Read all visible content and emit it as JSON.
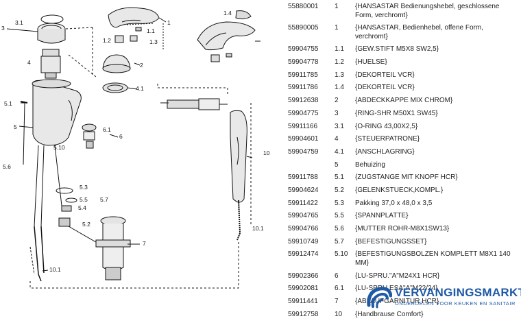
{
  "callouts": [
    "3.1",
    "3",
    "1.4",
    "1",
    "1.1",
    "1.2",
    "1.3",
    "4",
    "2",
    "4.1",
    "5.1",
    "5",
    "6.1",
    "6",
    "5.10",
    "10",
    "5.6",
    "5.3",
    "5.5",
    "5.7",
    "5.4",
    "5.2",
    "7",
    "10.1",
    "10.1"
  ],
  "parts": [
    {
      "art": "55880001",
      "pos": "1",
      "desc": "{HANSASTAR Bedienungshebel, geschlossene Form, verchromt}"
    },
    {
      "art": "55890005",
      "pos": "1",
      "desc": "{HANSASTAR, Bedienhebel, offene Form, verchromt}"
    },
    {
      "art": "59904755",
      "pos": "1.1",
      "desc": "{GEW.STIFT M5X8 SW2,5}"
    },
    {
      "art": "59904778",
      "pos": "1.2",
      "desc": "{HUELSE}"
    },
    {
      "art": "59911785",
      "pos": "1.3",
      "desc": "{DEKORTEIL VCR}"
    },
    {
      "art": "59911786",
      "pos": "1.4",
      "desc": "{DEKORTEIL VCR}"
    },
    {
      "art": "59912638",
      "pos": "2",
      "desc": "{ABDECKKAPPE MIX CHROM}"
    },
    {
      "art": "59904775",
      "pos": "3",
      "desc": "{RING-SHR M50X1 SW45}"
    },
    {
      "art": "59911166",
      "pos": "3.1",
      "desc": "{O-RING 43,00X2,5}"
    },
    {
      "art": "59904601",
      "pos": "4",
      "desc": "{STEUERPATRONE}"
    },
    {
      "art": "59904759",
      "pos": "4.1",
      "desc": "{ANSCHLAGRING}"
    },
    {
      "art": "",
      "pos": "5",
      "desc": "Behuizing"
    },
    {
      "art": "59911788",
      "pos": "5.1",
      "desc": "{ZUGSTANGE MIT KNOPF HCR}"
    },
    {
      "art": "59904624",
      "pos": "5.2",
      "desc": "{GELENKSTUECK,KOMPL.}"
    },
    {
      "art": "59911422",
      "pos": "5.3",
      "desc": "Pakking 37,0 x 48,0 x 3,5"
    },
    {
      "art": "59904765",
      "pos": "5.5",
      "desc": "{SPANNPLATTE}"
    },
    {
      "art": "59904766",
      "pos": "5.6",
      "desc": "{MUTTER ROHR-M8X1SW13}"
    },
    {
      "art": "59910749",
      "pos": "5.7",
      "desc": "{BEFESTIGUNGSSET}"
    },
    {
      "art": "59912474",
      "pos": "5.10",
      "desc": "{BEFESTIGUNGSBOLZEN KOMPLETT M8X1 140 MM}"
    },
    {
      "art": "59902366",
      "pos": "6",
      "desc": "{LU-SPRU.\"A\"M24X1 HCR}"
    },
    {
      "art": "59902081",
      "pos": "6.1",
      "desc": "{LU-SPRU.ESA\"A\"M22/24}"
    },
    {
      "art": "59911441",
      "pos": "7",
      "desc": "{ABLAUFGARNITUR HCR}"
    },
    {
      "art": "59912758",
      "pos": "10",
      "desc": "{Handbrause Comfort}"
    }
  ],
  "brand": {
    "name_a": "VERVANGINGS",
    "name_b": "MARKT",
    "tagline": "ONDERDELEN VOOR KEUKEN EN SANITAIR",
    "color": "#1f5aa6"
  }
}
